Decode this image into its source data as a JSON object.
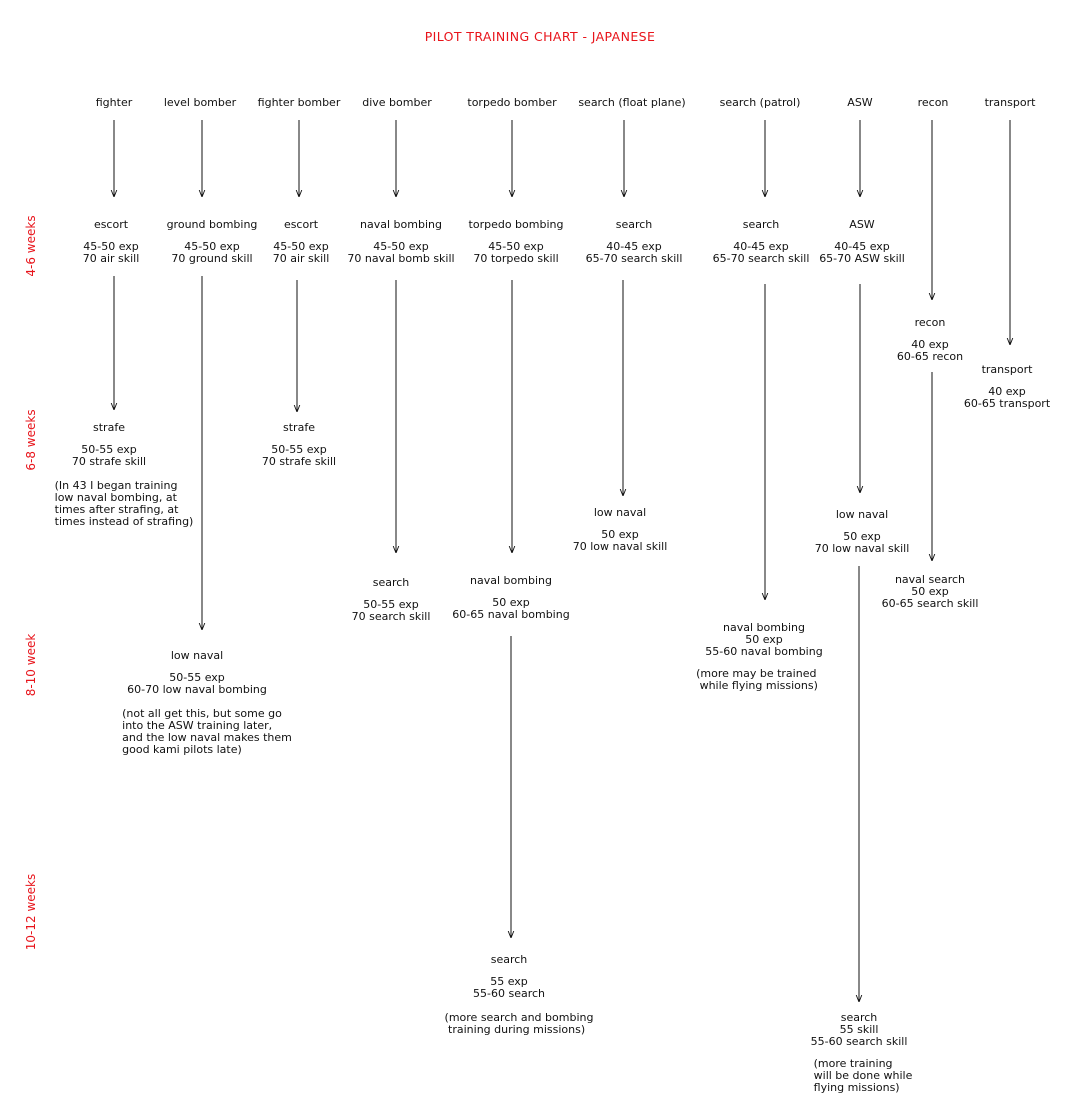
{
  "title": "PILOT TRAINING CHART - JAPANESE",
  "weeks": [
    "4-6  weeks",
    "6-8 weeks",
    "8-10 week",
    "10-12 weeks"
  ],
  "columns": [
    "fighter",
    "level bomber",
    "fighter bomber",
    "dive bomber",
    "torpedo bomber",
    "search (float plane)",
    "search (patrol)",
    "ASW",
    "recon",
    "transport"
  ],
  "stages": [
    {
      "name": "escort",
      "exp": "45-50 exp",
      "skill": "70 air skill"
    },
    {
      "name": "ground bombing",
      "exp": "45-50 exp",
      "skill": "70 ground skill"
    },
    {
      "name": "escort",
      "exp": "45-50 exp",
      "skill": "70 air skill"
    },
    {
      "name": "naval bombing",
      "exp": "45-50 exp",
      "skill": "70 naval bomb skill"
    },
    {
      "name": "torpedo bombing",
      "exp": "45-50 exp",
      "skill": "70 torpedo skill"
    },
    {
      "name": "search",
      "exp": "40-45 exp",
      "skill": "65-70 search skill"
    },
    {
      "name": "search",
      "exp": "40-45 exp",
      "skill": "65-70 search skill"
    },
    {
      "name": "ASW",
      "exp": "40-45 exp",
      "skill": "65-70 ASW skill"
    },
    {
      "name": "recon",
      "exp": "40 exp",
      "skill": "60-65 recon"
    },
    {
      "name": "transport",
      "exp": "40 exp",
      "skill": "60-65 transport"
    },
    {
      "name": "strafe",
      "exp": "50-55 exp",
      "skill": "70 strafe skill"
    },
    {
      "name": "strafe",
      "exp": "50-55 exp",
      "skill": "70 strafe skill"
    },
    {
      "name": "low naval",
      "exp": "50 exp",
      "skill": "70 low naval skill"
    },
    {
      "name": "low naval",
      "exp": "50 exp",
      "skill": "70 low naval skill"
    },
    {
      "name": "search",
      "exp": "50-55 exp",
      "skill": "70 search skill"
    },
    {
      "name": "naval bombing",
      "exp": "50 exp",
      "skill": "60-65 naval bombing"
    },
    {
      "name": "naval search",
      "exp": "50 exp",
      "skill": "60-65 search skill"
    },
    {
      "name": "naval bombing",
      "exp": "50 exp",
      "skill": "55-60 naval bombing"
    },
    {
      "name": "low naval",
      "exp": "50-55 exp",
      "skill": "60-70 low naval bombing"
    },
    {
      "name": "search",
      "exp": "55 exp",
      "skill": "55-60 search"
    },
    {
      "name": "search",
      "exp": "55 skill",
      "skill": "55-60 search skill"
    }
  ],
  "notes": [
    "(In 43 I began training\nlow naval bombing, at\ntimes after strafing, at\ntimes instead of strafing)",
    "(more may be trained\n while flying missions)",
    "(not all get this, but some go\ninto the ASW training later,\nand the low naval makes them\ngood kami pilots late)",
    "(more search and bombing\n training during missions)",
    "(more training\nwill be done while\nflying missions)"
  ]
}
